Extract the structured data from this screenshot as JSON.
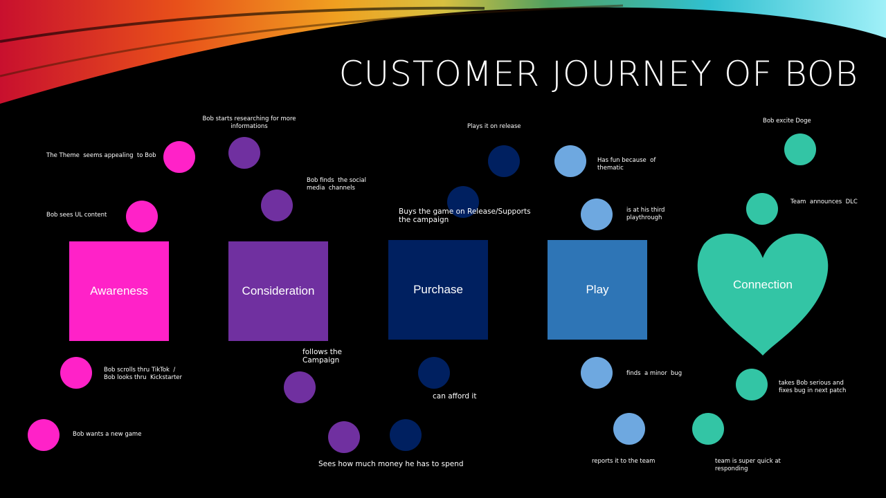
{
  "title": "CUSTOMER JOURNEY OF BOB",
  "colors": {
    "awareness": "#ff22c8",
    "consideration": "#7030a0",
    "purchase": "#002060",
    "play": "#2e75b6",
    "play_dots": "#6ea8e0",
    "connection": "#33c5a5"
  },
  "stages": {
    "awareness": "Awareness",
    "consideration": "Consideration",
    "purchase": "Purchase",
    "play": "Play",
    "connection": "Connection"
  },
  "notes": {
    "awareness": [
      "The Theme  seems appealing  to Bob",
      "Bob sees UL content",
      "Bob scrolls thru TikTok  /\nBob looks thru  Kickstarter",
      "Bob wants a new game"
    ],
    "consideration": [
      "Bob starts researching for more\ninformations",
      "Bob finds  the social\nmedia  channels",
      "follows the\nCampaign",
      "Sees how much money he has to spend"
    ],
    "purchase": [
      "Plays it on release",
      "Buys the game on Release/Supports\nthe campaign",
      "can afford it"
    ],
    "play": [
      "Has fun because  of\nthematic",
      "is at his third\nplaythrough",
      "finds  a minor  bug",
      "reports it to the team"
    ],
    "connection": [
      "Bob excite Doge",
      "Team  announces  DLC",
      "takes Bob serious and\nfixes bug in next patch",
      "team is super quick at\nresponding"
    ]
  }
}
